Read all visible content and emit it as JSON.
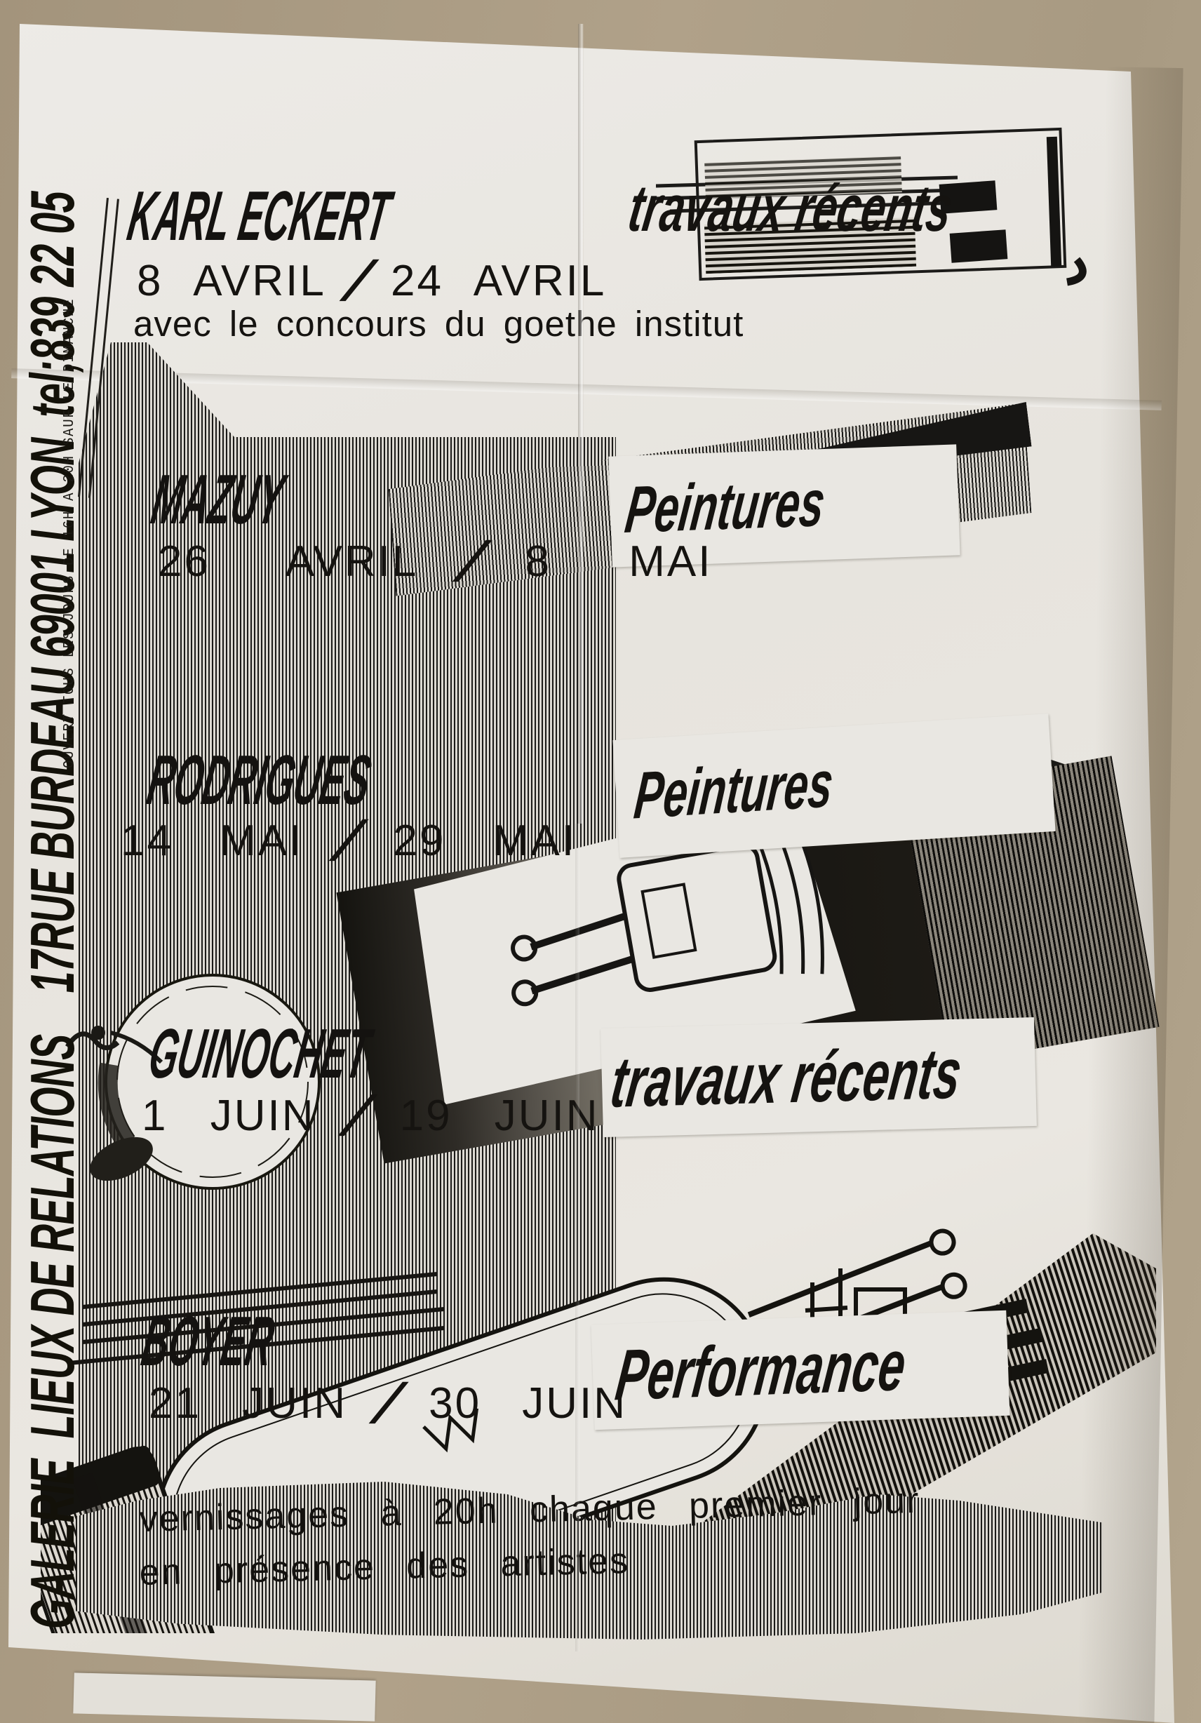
{
  "poster": {
    "side_title": "GALERIE  LIEUX DE RELATIONS    17RUE BURDEAU 69001 LYON  tel;839 22 05",
    "side_hours": "OUVERT TOUS LES JOURS DE 16H A 20H SAUF LE DIMANCHE"
  },
  "exhibitions": [
    {
      "artist": "KARL ECKERT",
      "category": "travaux récents",
      "date_start": "8 AVRIL",
      "sep": "/",
      "date_end": "24 AVRIL",
      "note": "avec le concours du goethe institut"
    },
    {
      "artist": "MAZUY",
      "category": "Peintures",
      "date_start": "26 AVRIL",
      "sep": "/",
      "date_end": "8 MAI"
    },
    {
      "artist": "RODRIGUES",
      "category": "Peintures",
      "date_start": "14 MAI",
      "sep": "/",
      "date_end": "29 MAI"
    },
    {
      "artist": "GUINOCHET",
      "category": "travaux récents",
      "date_start": "1 JUIN",
      "sep": "/",
      "date_end": "19 JUIN"
    },
    {
      "artist": "BOYER",
      "category": "Performance",
      "date_start": "21 JUIN",
      "sep": "/",
      "date_end": "30 JUIN"
    }
  ],
  "footer": {
    "line1": "vernissages à 20h chaque premier jour",
    "line2": "en présence des artistes"
  },
  "colors": {
    "cardboard": "#a89a82",
    "paper": "#e9e7e2",
    "ink": "#171512"
  }
}
